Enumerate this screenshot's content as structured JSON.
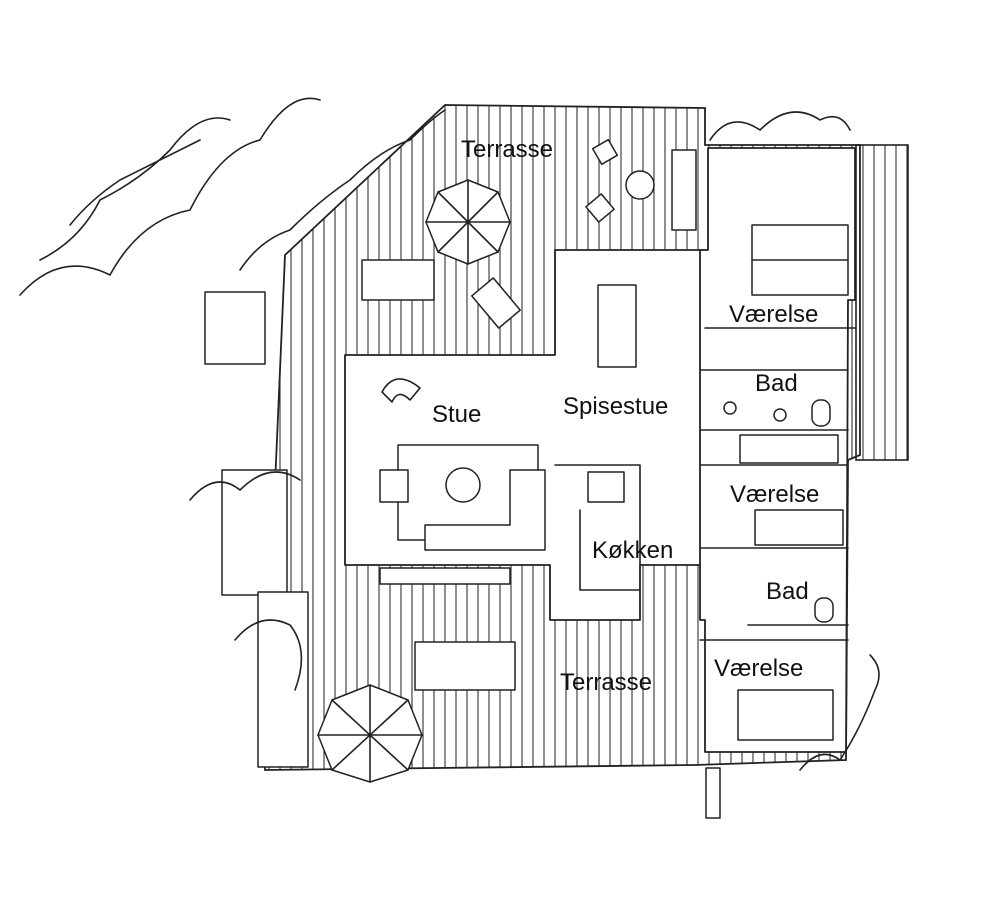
{
  "plan": {
    "rooms": [
      {
        "id": "terrasse-top",
        "label": "Terrasse"
      },
      {
        "id": "vaerelse-1",
        "label": "Værelse"
      },
      {
        "id": "bad-1",
        "label": "Bad"
      },
      {
        "id": "stue",
        "label": "Stue"
      },
      {
        "id": "spisestue",
        "label": "Spisestue"
      },
      {
        "id": "vaerelse-2",
        "label": "Værelse"
      },
      {
        "id": "koekken",
        "label": "Køkken"
      },
      {
        "id": "bad-2",
        "label": "Bad"
      },
      {
        "id": "terrasse-bottom",
        "label": "Terrasse"
      },
      {
        "id": "vaerelse-3",
        "label": "Værelse"
      }
    ],
    "colors": {
      "ink": "#222222",
      "paper": "#ffffff"
    }
  }
}
